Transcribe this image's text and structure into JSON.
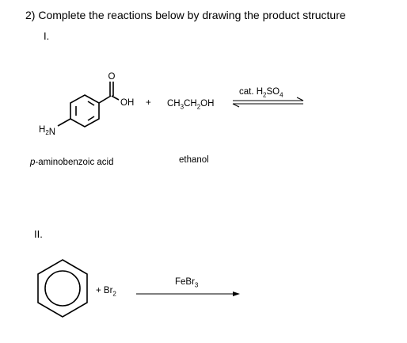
{
  "question": {
    "title": "2) Complete the reactions below by drawing the product structure"
  },
  "reaction_1": {
    "numeral": "I.",
    "reactant_1": {
      "oxygen": "O",
      "hydroxyl": "OH",
      "amine": "H2N",
      "name_prefix": "p",
      "name_rest": "-aminobenzoic acid"
    },
    "plus": "+",
    "reactant_2": {
      "formula": "CH3CH2OH",
      "name": "ethanol"
    },
    "catalyst_prefix": "cat. H",
    "catalyst_sub_h": "2",
    "catalyst_so": "SO",
    "catalyst_sub_o": "4"
  },
  "reaction_2": {
    "numeral": "II.",
    "plus_reagent": "+ Br",
    "reagent_sub": "2",
    "catalyst": "FeBr",
    "catalyst_sub": "3"
  }
}
